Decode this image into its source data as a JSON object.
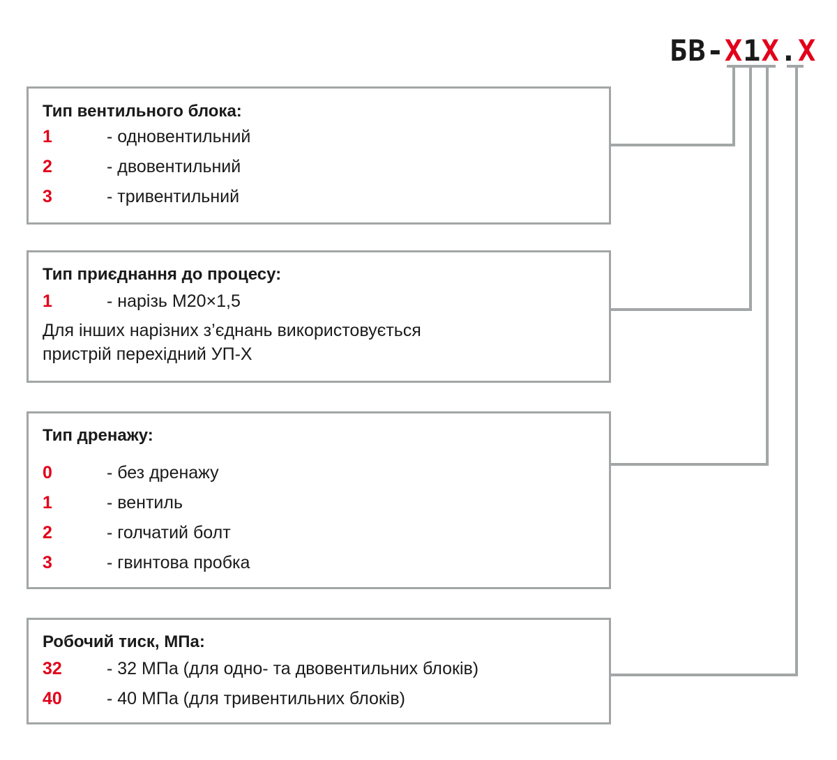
{
  "code": {
    "prefix": "БВ-",
    "slot1": "X",
    "fixed": "1",
    "slot2": "X",
    "dot": ".",
    "slot3": "X"
  },
  "colors": {
    "accent": "#e2001a",
    "frame": "#a2a6a6",
    "text": "#1a1a1a"
  },
  "sections": [
    {
      "title": "Тип вентильного блока:",
      "options": [
        {
          "key": "1",
          "desc": "- одновентильний"
        },
        {
          "key": "2",
          "desc": "- двовентильний"
        },
        {
          "key": "3",
          "desc": "- тривентильний"
        }
      ]
    },
    {
      "title": "Тип приєднання до процесу:",
      "options": [
        {
          "key": "1",
          "desc": "- нарізь М20×1,5"
        }
      ],
      "note_line1": "Для інших нарізних з’єднань використовується",
      "note_line2": "пристрій перехідний УП-Х"
    },
    {
      "title": "Тип дренажу:",
      "options": [
        {
          "key": "0",
          "desc": "- без дренажу"
        },
        {
          "key": "1",
          "desc": "- вентиль"
        },
        {
          "key": "2",
          "desc": "- голчатий болт"
        },
        {
          "key": "3",
          "desc": "- гвинтова пробка"
        }
      ]
    },
    {
      "title": "Робочий тиск, МПа:",
      "options": [
        {
          "key": "32",
          "desc": "- 32 МПа (для одно- та двовентильних блоків)"
        },
        {
          "key": "40",
          "desc": "- 40 МПа (для тривентильних блоків)"
        }
      ]
    }
  ]
}
